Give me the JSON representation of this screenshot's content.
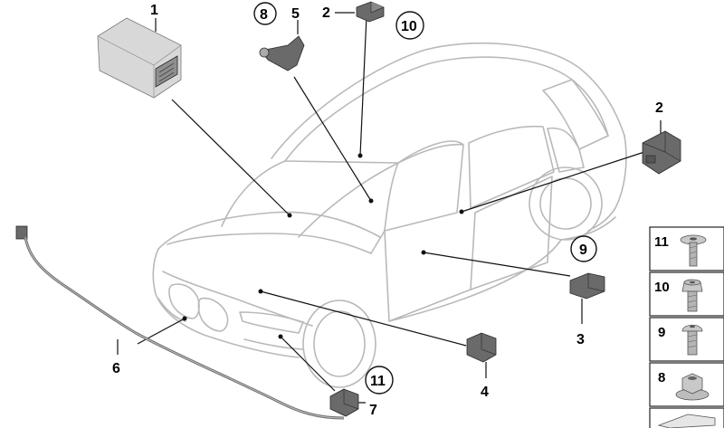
{
  "callouts": {
    "c1": "1",
    "c2_top": "2",
    "c2_right": "2",
    "c3": "3",
    "c4": "4",
    "c5": "5",
    "c6": "6",
    "c7": "7",
    "c8": "8",
    "c9": "9",
    "c10": "10",
    "c11": "11"
  },
  "hardware_panel": {
    "items": [
      "11",
      "10",
      "9",
      "8"
    ]
  },
  "colors": {
    "car_outline": "#b9b9b9",
    "leader_line": "#111111",
    "part_fill": "#6a6a6a"
  },
  "icons": [
    "control-unit",
    "sensor",
    "bracket-sensor",
    "cable-harness",
    "screw",
    "nut"
  ]
}
